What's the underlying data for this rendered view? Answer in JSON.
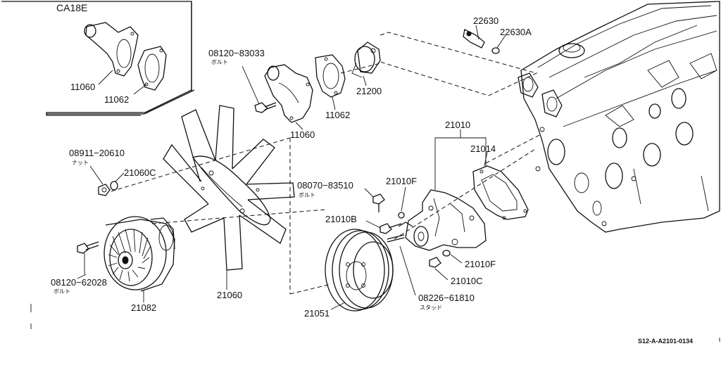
{
  "inset": {
    "title": "CA18E",
    "parts": [
      "11060",
      "11062"
    ]
  },
  "parts": {
    "p22630": "22630",
    "p22630A": "22630A",
    "p08120_83033": "08120−83033",
    "p08120_83033_sub": "ボルト",
    "p21200": "21200",
    "p11062": "11062",
    "p11060": "11060",
    "p21010": "21010",
    "p21014": "21014",
    "p08911_20610": "08911−20610",
    "p08911_20610_sub": "ナット",
    "p21060C": "21060C",
    "p08070_83510": "08070−83510",
    "p08070_83510_sub": "ボルト",
    "p21010F_a": "21010F",
    "p21010B": "21010B",
    "p21010F_b": "21010F",
    "p21010C": "21010C",
    "p08226_61810": "08226−61810",
    "p08226_61810_sub": "スタッド",
    "p08120_62028": "08120−62028",
    "p08120_62028_sub": "ボルト",
    "p21082": "21082",
    "p21060": "21060",
    "p21051": "21051"
  },
  "footer": {
    "code": "S12-A-A2101-0134"
  }
}
